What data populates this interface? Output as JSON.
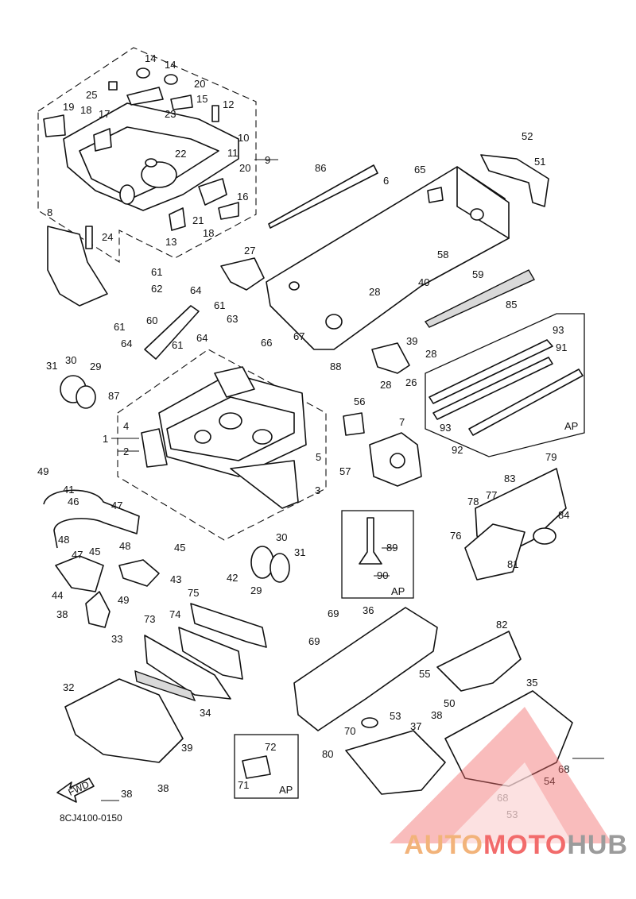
{
  "diagram_code": "8CJ4100-0150",
  "fwd_label": "FWD",
  "ap_label": "AP",
  "watermark": {
    "part1": "AUTO",
    "part2": "MOTO",
    "part3": "HUB"
  },
  "callouts": {
    "c14a": "14",
    "c14b": "14",
    "c20a": "20",
    "c25": "25",
    "c15": "15",
    "c12": "12",
    "c19": "19",
    "c18a": "18",
    "c17": "17",
    "c23": "23",
    "c10": "10",
    "c22": "22",
    "c11": "11",
    "c20b": "20",
    "c9": "9",
    "c16": "16",
    "c21": "21",
    "c13": "13",
    "c18b": "18",
    "c8": "8",
    "c24": "24",
    "c86": "86",
    "c6": "6",
    "c65": "65",
    "c52": "52",
    "c51": "51",
    "c27": "27",
    "c58": "58",
    "c59": "59",
    "c28a": "28",
    "c40": "40",
    "c85": "85",
    "c39a": "39",
    "c28b": "28",
    "c28c": "28",
    "c26": "26",
    "c93a": "93",
    "c91": "91",
    "c93b": "93",
    "c92": "92",
    "c61a": "61",
    "c62": "62",
    "c64a": "64",
    "c61b": "61",
    "c63": "63",
    "c61c": "61",
    "c60": "60",
    "c64b": "64",
    "c64c": "64",
    "c61d": "61",
    "c66": "66",
    "c67": "67",
    "c88": "88",
    "c31a": "31",
    "c30a": "30",
    "c29a": "29",
    "c87": "87",
    "c56": "56",
    "c7": "7",
    "c4": "4",
    "c1": "1",
    "c2": "2",
    "c5": "5",
    "c57": "57",
    "c3": "3",
    "c79": "79",
    "c83": "83",
    "c78": "78",
    "c77": "77",
    "c84": "84",
    "c76": "76",
    "c81": "81",
    "c49a": "49",
    "c41": "41",
    "c46": "46",
    "c47a": "47",
    "c48a": "48",
    "c47b": "47",
    "c45a": "45",
    "c48b": "48",
    "c45b": "45",
    "c44": "44",
    "c43": "43",
    "c49b": "49",
    "c30b": "30",
    "c31b": "31",
    "c42": "42",
    "c29b": "29",
    "c89": "89",
    "c90": "90",
    "c38a": "38",
    "c33": "33",
    "c75": "75",
    "c73": "73",
    "c74": "74",
    "c69a": "69",
    "c36": "36",
    "c82": "82",
    "c69b": "69",
    "c34": "34",
    "c55": "55",
    "c35": "35",
    "c32": "32",
    "c53a": "53",
    "c50": "50",
    "c38b": "38",
    "c37": "37",
    "c70": "70",
    "c72": "72",
    "c39b": "39",
    "c80": "80",
    "c68a": "68",
    "c71": "71",
    "c38c": "38",
    "c38d": "38",
    "c68b": "68",
    "c54": "54",
    "c53b": "53"
  }
}
